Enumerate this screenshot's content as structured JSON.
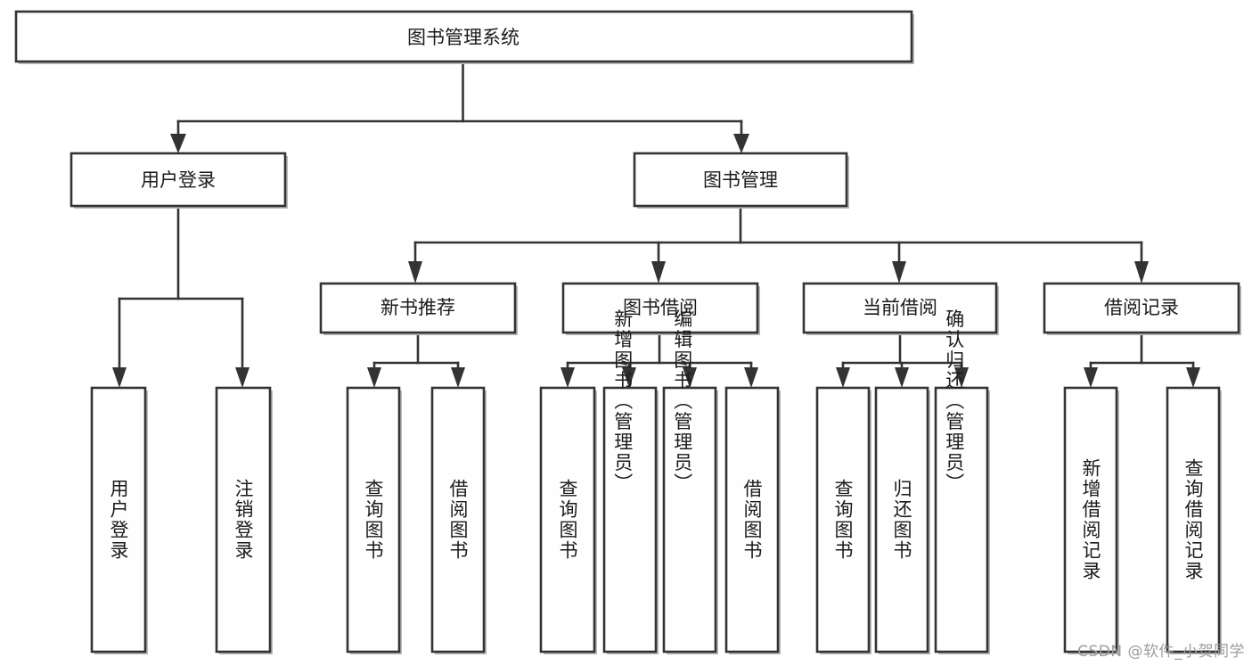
{
  "diagram": {
    "title": "图书管理系统",
    "type": "tree-hierarchy",
    "watermark": "CSDN @软件_小贺同学",
    "colors": {
      "box_stroke": "#333333",
      "box_fill": "#fefefe",
      "connector": "#333333",
      "text": "#1b1b1b",
      "background": "#ffffff",
      "watermark": "#9d9d9d"
    },
    "levels": {
      "root": {
        "label": "图书管理系统"
      },
      "level2": [
        {
          "label": "用户登录"
        },
        {
          "label": "图书管理"
        }
      ],
      "level3": [
        {
          "label": "新书推荐"
        },
        {
          "label": "图书借阅"
        },
        {
          "label": "当前借阅"
        },
        {
          "label": "借阅记录"
        }
      ],
      "leaves": {
        "user_login": [
          {
            "label": "用户登录"
          },
          {
            "label": "注销登录"
          }
        ],
        "new_book_recommend": [
          {
            "label": "查询图书"
          },
          {
            "label": "借阅图书"
          }
        ],
        "book_borrow": [
          {
            "label": "查询图书"
          },
          {
            "label": "新增图书（管理员）"
          },
          {
            "label": "编辑图书（管理员）"
          },
          {
            "label": "借阅图书"
          }
        ],
        "current_borrow": [
          {
            "label": "查询图书"
          },
          {
            "label": "归还图书"
          },
          {
            "label": "确认归还（管理员）"
          }
        ],
        "borrow_record": [
          {
            "label": "新增借阅记录"
          },
          {
            "label": "查询借阅记录"
          }
        ]
      }
    }
  }
}
